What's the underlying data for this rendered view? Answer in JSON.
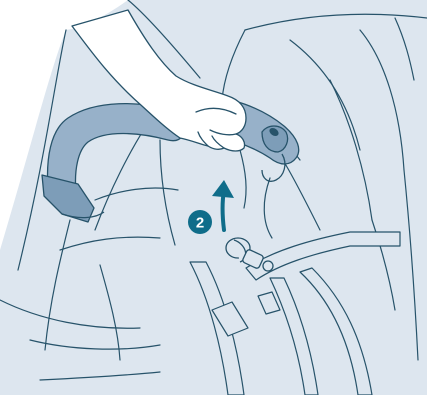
{
  "illustration": {
    "subject": "stroller-handlebar-release",
    "colors": {
      "background": "#dde6ef",
      "line": "#27536a",
      "handle_fill": "#97b1c9",
      "handle_dark": "#7d9db8",
      "accent": "#0f6d8a"
    }
  },
  "step": {
    "number": "2",
    "direction": "up"
  },
  "icons": {
    "arrow": "arrow-up-icon",
    "button": "release-button-icon"
  }
}
